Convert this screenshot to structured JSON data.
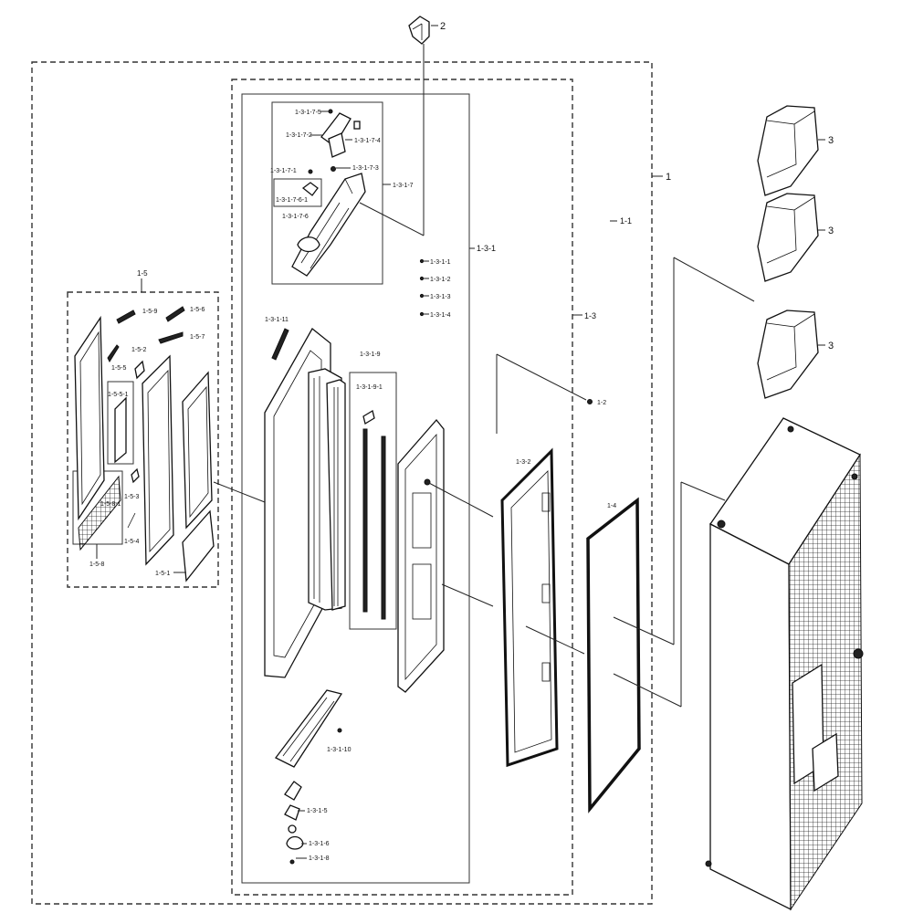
{
  "labels": {
    "l2": "2",
    "l1": "1",
    "l1_1": "1-1",
    "l1_2": "1-2",
    "l1_3": "1-3",
    "l1_4": "1-4",
    "l1_5": "1-5",
    "l1_5_1": "1-5-1",
    "l1_5_2": "1-5-2",
    "l1_5_3": "1-5-3",
    "l1_5_4": "1-5-4",
    "l1_5_5": "1-5-5",
    "l1_5_5_1": "1-5-5-1",
    "l1_5_6": "1-5-6",
    "l1_5_7": "1-5-7",
    "l1_5_8": "1-5-8",
    "l1_5_8_1": "1-5-8-1",
    "l1_5_9": "1-5-9",
    "l1_3_1": "1-3-1",
    "l1_3_2": "1-3-2",
    "l1_3_1_1": "1-3-1-1",
    "l1_3_1_2": "1-3-1-2",
    "l1_3_1_3": "1-3-1-3",
    "l1_3_1_4": "1-3-1-4",
    "l1_3_1_5": "1-3-1-5",
    "l1_3_1_6": "1-3-1-6",
    "l1_3_1_8": "1-3-1-8",
    "l1_3_1_9": "1-3-1-9",
    "l1_3_1_9_1": "1-3-1-9-1",
    "l1_3_1_10": "1-3-1-10",
    "l1_3_1_11": "1-3-1-11",
    "l1_3_1_7": "1-3-1-7",
    "l1_3_1_7_1": "1-3-1-7-1",
    "l1_3_1_7_2": "1-3-1-7-2",
    "l1_3_1_7_3": "1-3-1-7-3",
    "l1_3_1_7_4": "1-3-1-7-4",
    "l1_3_1_7_5": "1-3-1-7-5",
    "l1_3_1_7_6": "1-3-1-7-6",
    "l1_3_1_7_6_1": "1-3-1-7-6-1",
    "l3a": "3",
    "l3b": "3",
    "l3c": "3"
  }
}
